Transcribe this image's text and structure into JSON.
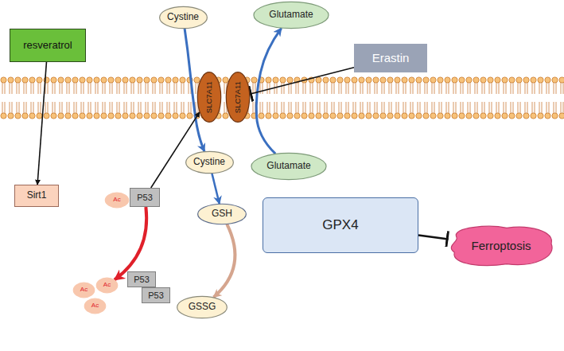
{
  "diagram": {
    "nodes": [
      {
        "text": [
          "Cystine"
        ]
      },
      {
        "text": [
          "Glutamate"
        ]
      },
      {
        "text": [
          "resveratrol"
        ]
      },
      {
        "text": [
          "SLC7A11"
        ]
      },
      {
        "text": [
          "SLC7A11"
        ]
      },
      {
        "text": [
          "Erastin"
        ]
      },
      {
        "text": [
          "Sirt1"
        ]
      },
      {
        "text": [
          "Ac"
        ]
      },
      {
        "text": [
          "P53"
        ]
      },
      {
        "text": [
          "Cystine"
        ]
      },
      {
        "text": [
          "Glutamate"
        ]
      },
      {
        "text": [
          "GSH"
        ]
      },
      {
        "text": [
          "GPX4"
        ]
      },
      {
        "text": [
          "Ferroptosis"
        ]
      },
      {
        "text": [
          "Ac"
        ]
      },
      {
        "text": [
          "Ac"
        ]
      },
      {
        "text": [
          "Ac"
        ]
      },
      {
        "text": [
          "P53"
        ]
      },
      {
        "text": [
          "P53"
        ]
      },
      {
        "text": [
          "GSSG"
        ]
      }
    ],
    "edges": [
      {
        "from": 0,
        "to": 9,
        "arrow": "to"
      },
      {
        "from": 10,
        "to": 1,
        "arrow": "to"
      },
      {
        "from": 2,
        "to": 6,
        "arrow": "to"
      },
      {
        "from": 8,
        "to": 3,
        "arrow": "to"
      },
      {
        "from": 5,
        "to": 4,
        "arrow": "to"
      },
      {
        "from": 9,
        "to": 11,
        "arrow": "to"
      },
      {
        "from": 12,
        "to": 13,
        "arrow": "to"
      },
      {
        "from": 8,
        "to": 15,
        "arrow": "to"
      },
      {
        "from": 11,
        "to": 19,
        "arrow": "to"
      }
    ]
  }
}
